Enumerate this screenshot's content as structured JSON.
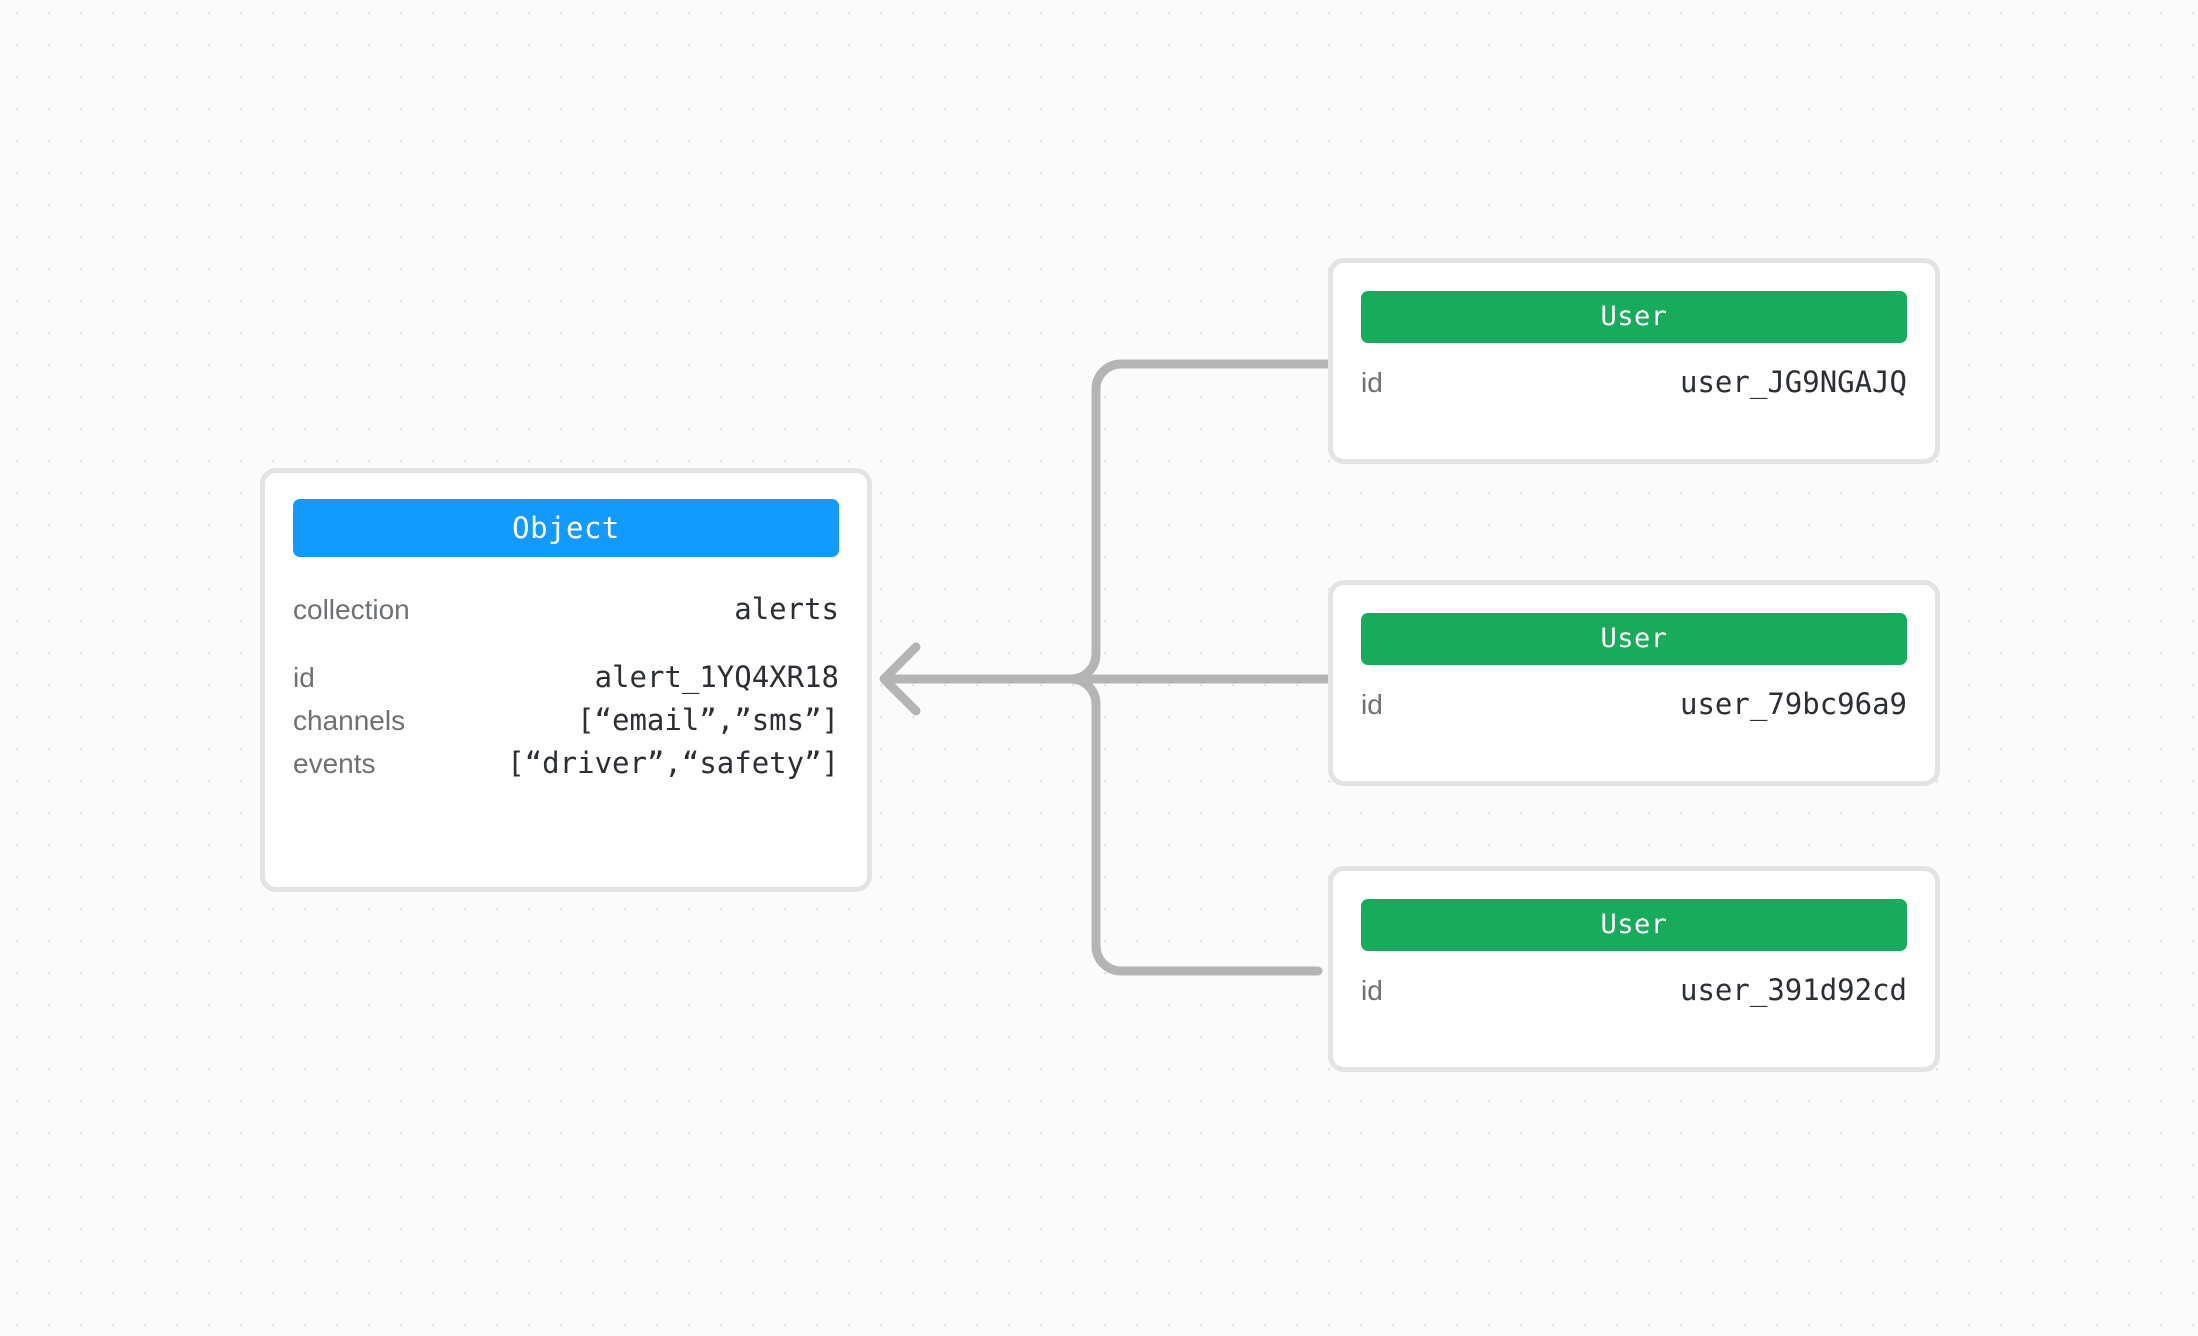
{
  "canvas": {
    "background": "#fbfbfb",
    "grid_dot_color": "#e3e3e3",
    "edge_color": "#b4b4b4",
    "card_border_color": "#e3e3e3"
  },
  "nodes": {
    "object": {
      "header_label": "Object",
      "header_color": "#129aff",
      "primary_fields": [
        {
          "label": "collection",
          "value": "alerts"
        }
      ],
      "secondary_fields": [
        {
          "label": "id",
          "value": "alert_1YQ4XR18"
        },
        {
          "label": "channels",
          "value": "[“email”,”sms”]"
        },
        {
          "label": "events",
          "value": "[“driver”,“safety”]"
        }
      ]
    },
    "users": [
      {
        "header_label": "User",
        "header_color": "#17ab5b",
        "fields": [
          {
            "label": "id",
            "value": "user_JG9NGAJQ"
          }
        ]
      },
      {
        "header_label": "User",
        "header_color": "#17ab5b",
        "fields": [
          {
            "label": "id",
            "value": "user_79bc96a9"
          }
        ]
      },
      {
        "header_label": "User",
        "header_color": "#17ab5b",
        "fields": [
          {
            "label": "id",
            "value": "user_391d92cd"
          }
        ]
      }
    ]
  },
  "edges": [
    {
      "from": "user-0",
      "to": "object",
      "shape": "orthogonal-rounded"
    },
    {
      "from": "user-1",
      "to": "object",
      "shape": "straight"
    },
    {
      "from": "user-2",
      "to": "object",
      "shape": "orthogonal-rounded"
    }
  ]
}
